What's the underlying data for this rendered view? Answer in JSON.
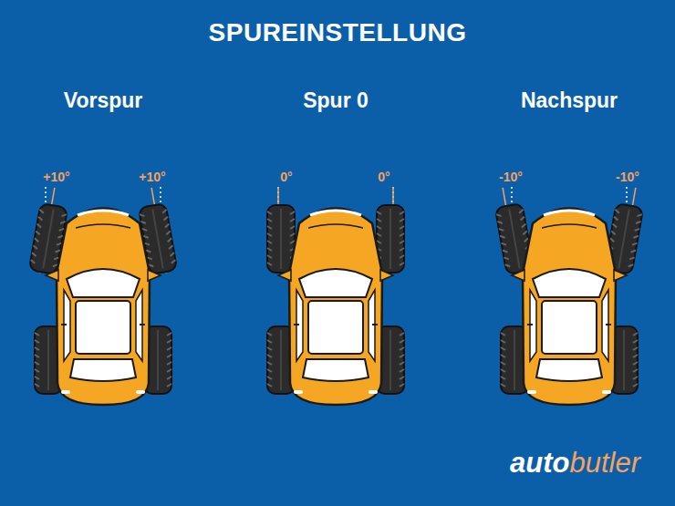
{
  "diagram": {
    "title": "SPUREINSTELLUNG",
    "labels": [
      "Vorspur",
      "+10°",
      "+10°",
      "Spur 0",
      "0°",
      "0°",
      "Nachspur",
      "-10°",
      "-10°",
      "auto",
      "butler"
    ]
  }
}
